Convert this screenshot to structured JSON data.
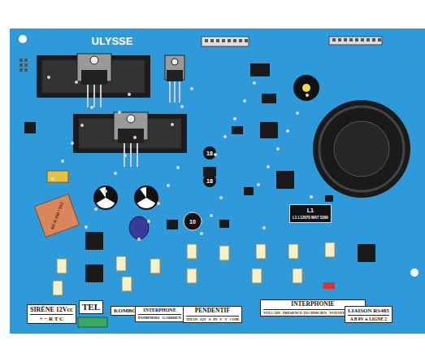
{
  "diagram": {
    "title": "ULYSSE",
    "nodes": [
      {
        "text": [
          "SIRÈNE 12Vcc",
          "+ − R T C"
        ]
      },
      {
        "text": [
          "TEL"
        ]
      },
      {
        "text": [
          "KOMBO F"
        ]
      },
      {
        "text": [
          "INTERPHONE",
          "POMPIERS",
          "GARDIEN"
        ]
      },
      {
        "text": [
          "PENDENTIF",
          "TITAN",
          "12V",
          "S",
          "IN",
          "V",
          "V",
          "COM"
        ]
      },
      {
        "text": [
          "INTERPHONIE",
          "VULCAIN",
          "PRÉSENCE TECHNICIEN",
          "VOYANT DÉFAUTS"
        ]
      },
      {
        "text": [
          "LIAISON RS485",
          "A B 0V ⏚ LIGNE 2"
        ]
      },
      {
        "text": [
          "L1",
          "L1 L12070 MAT 5290"
        ]
      }
    ],
    "labels": [
      "18",
      "18",
      "10",
      "MF R 250 / 3A2"
    ]
  }
}
